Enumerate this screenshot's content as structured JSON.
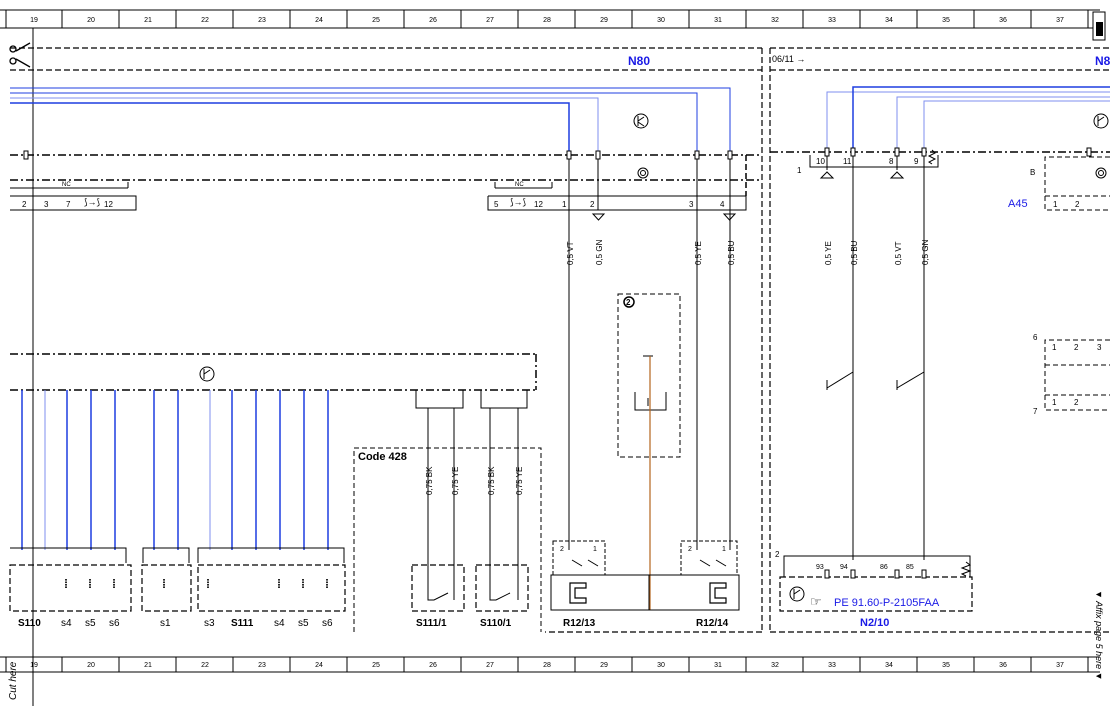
{
  "columns": [
    "19",
    "20",
    "21",
    "22",
    "23",
    "24",
    "25",
    "26",
    "27",
    "28",
    "29",
    "30",
    "31",
    "32",
    "33",
    "34",
    "35",
    "36",
    "37"
  ],
  "colors": {
    "wire_blue": "#1f3fe0",
    "wire_brown": "#b5651d",
    "label_blue": "#1a1ae6",
    "line": "#000000"
  },
  "modules": {
    "n80": "N80",
    "n80_right": "N8",
    "date_marker": "06/11 →",
    "a45": "A45",
    "n2_10": "N2/10"
  },
  "code_box": "Code 428",
  "ref_link": "PE 91.60-P-2105FAA",
  "components": {
    "s110": "S110",
    "s111": "S111",
    "s111_1": "S111/1",
    "s110_1": "S110/1",
    "r12_13": "R12/13",
    "r12_14": "R12/14"
  },
  "switch_labels": {
    "s4a": "s4",
    "s5a": "s5",
    "s6a": "s6",
    "s1": "s1",
    "s3": "s3",
    "s4b": "s4",
    "s5b": "s5",
    "s6b": "s6"
  },
  "wire_labels": {
    "vt1": "0,5 VT",
    "gn1": "0,5 GN",
    "ye1": "0,5 YE",
    "bu1": "0,5 BU",
    "ye2": "0,5 YE",
    "bu2": "0,5 BU",
    "vt2": "0,5 VT",
    "gn2": "0,5 GN",
    "bk1": "0,75 BK",
    "ye3": "0,75 YE",
    "bk2": "0,75 BK",
    "ye4": "0,75 YE"
  },
  "pins": {
    "c1_2": "2",
    "c1_3": "3",
    "c1_7": "7",
    "c1_12": "12",
    "c2_5": "5",
    "c2_12": "12",
    "c2_1": "1",
    "c2_2": "2",
    "c2_3": "3",
    "c2_4": "4",
    "c3_10": "10",
    "c3_11": "11",
    "c3_8": "8",
    "c3_9": "9",
    "c3_lbl1": "1",
    "b_lbl": "B",
    "a45_1": "1",
    "a45_2": "2",
    "n210_lbl2": "2",
    "n210_93": "93",
    "n210_94": "94",
    "n210_86": "86",
    "n210_85": "85",
    "r_6": "6",
    "r_7": "7",
    "r_1a": "1",
    "r_2a": "2",
    "r_3a": "3",
    "r_1b": "1",
    "r_2b": "2",
    "r12_13_2": "2",
    "r12_13_1": "1",
    "r12_14_2": "2",
    "r12_14_1": "1"
  },
  "nc": {
    "nc1": "NC",
    "nc2": "NC"
  },
  "circle_marker": "2",
  "side_texts": {
    "cut_here": "Cut here",
    "affix": "▼ Affix page 5 here ▼"
  }
}
